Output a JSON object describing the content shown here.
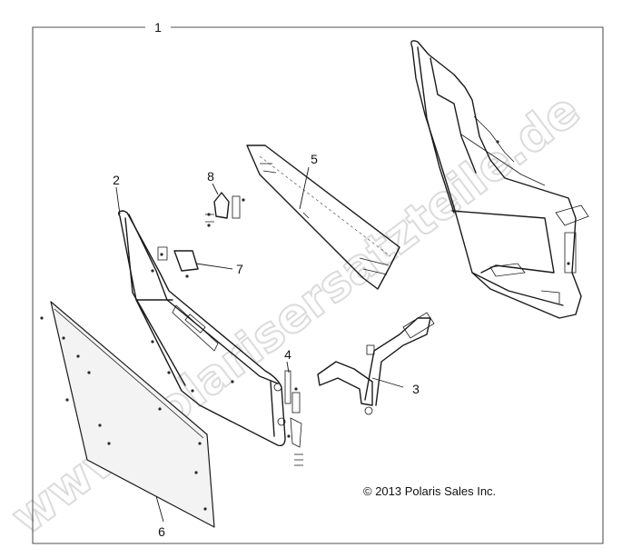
{
  "diagram": {
    "assembly_callout": "1",
    "callouts": [
      {
        "id": "c2",
        "label": "2"
      },
      {
        "id": "c3",
        "label": "3"
      },
      {
        "id": "c4",
        "label": "4"
      },
      {
        "id": "c5",
        "label": "5"
      },
      {
        "id": "c6",
        "label": "6"
      },
      {
        "id": "c7",
        "label": "7"
      },
      {
        "id": "c8",
        "label": "8"
      }
    ],
    "copyright": "© 2013 Polaris Sales Inc.",
    "watermark": "www.polarisersatzteile.de"
  }
}
